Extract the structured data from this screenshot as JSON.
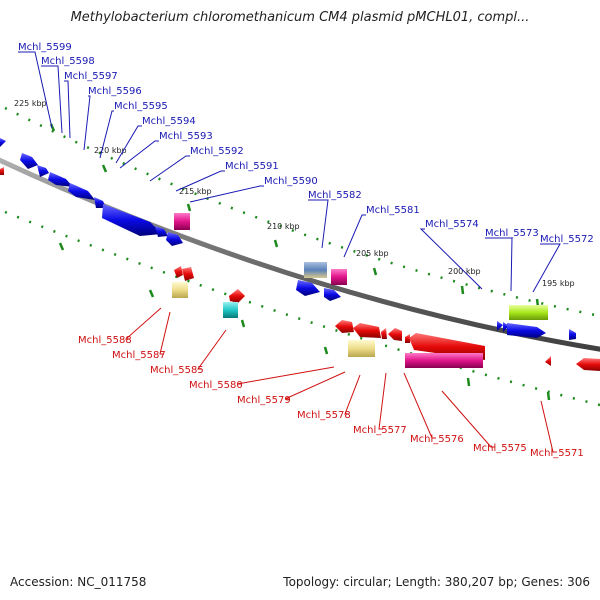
{
  "title": "Methylobacterium chloromethanicum CM4 plasmid pMCHL01, compl...",
  "footer": {
    "accession": "Accession: NC_011758",
    "topology": "Topology: circular; Length: 380,207 bp; Genes: 306"
  },
  "colors": {
    "forward_label": "#1a1ab4",
    "reverse_label": "#d01010",
    "forward_gene": "#0a0ae6",
    "reverse_gene": "#e60a0a",
    "backbone": "#808080",
    "tick": "#1c8a1c"
  },
  "tick_labels": [
    {
      "text": "225 kbp"
    },
    {
      "text": "220 kbp"
    },
    {
      "text": "215 kbp"
    },
    {
      "text": "210 kbp"
    },
    {
      "text": "205 kbp"
    },
    {
      "text": "200 kbp"
    },
    {
      "text": "195 kbp"
    }
  ],
  "forward_genes": [
    "Mchl_5599",
    "Mchl_5598",
    "Mchl_5597",
    "Mchl_5596",
    "Mchl_5595",
    "Mchl_5594",
    "Mchl_5593",
    "Mchl_5592",
    "Mchl_5591",
    "Mchl_5590",
    "Mchl_5582",
    "Mchl_5581",
    "Mchl_5574",
    "Mchl_5573",
    "Mchl_5572"
  ],
  "reverse_genes": [
    "Mchl_5588",
    "Mchl_5587",
    "Mchl_5585",
    "Mchl_5580",
    "Mchl_5579",
    "Mchl_5578",
    "Mchl_5577",
    "Mchl_5576",
    "Mchl_5575",
    "Mchl_5571"
  ]
}
